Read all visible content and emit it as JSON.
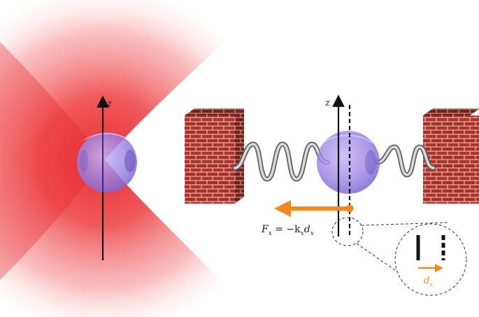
{
  "labels": {
    "z_axis_left": "z",
    "z_axis_right": "z",
    "force_F": "F",
    "force_F_sub": "x",
    "force_eq": " = −k",
    "force_k_sub": "x",
    "force_d": "d",
    "force_d_sub": "x",
    "inset_d": "d",
    "inset_d_sub": "x"
  },
  "colors": {
    "laser_red": "#e8242a",
    "sphere_purple": "#9b84e6",
    "arrow_orange": "#f08a1c",
    "brick": "#b0302a",
    "mortar": "#e8d8cc",
    "spring_silver": "#a8a8a8",
    "axis_black": "#111111"
  },
  "icons": {
    "left_wall": "brick-wall-icon",
    "right_wall": "brick-wall-icon",
    "springs": "spring-coil-icon"
  }
}
